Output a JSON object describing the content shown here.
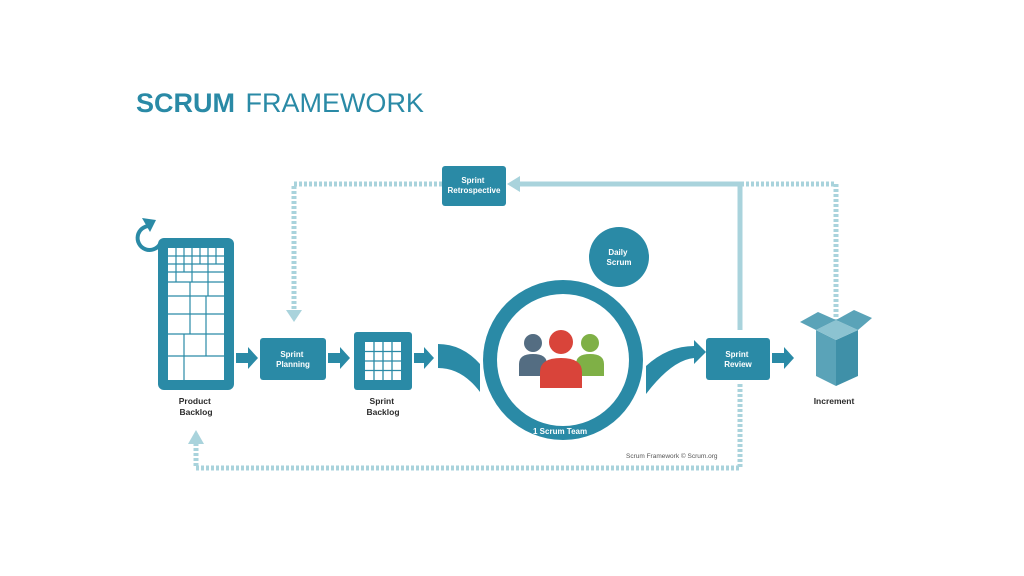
{
  "title": {
    "bold": "SCRUM",
    "light": "FRAMEWORK"
  },
  "boxes": {
    "sprint_retrospective": [
      "Sprint",
      "Retrospective"
    ],
    "sprint_planning": [
      "Sprint",
      "Planning"
    ],
    "daily_scrum": [
      "Daily",
      "Scrum"
    ],
    "sprint_review": [
      "Sprint",
      "Review"
    ]
  },
  "captions": {
    "product_backlog": [
      "Product",
      "Backlog"
    ],
    "sprint_backlog": [
      "Sprint",
      "Backlog"
    ],
    "increment": "Increment"
  },
  "team_label": "1 Scrum Team",
  "copyright": "Scrum Framework © Scrum.org",
  "colors": {
    "teal": "#2a8aa6",
    "teal_light": "#a9d3dc",
    "person_red": "#d9443a",
    "person_slate": "#546d82",
    "person_green": "#7fb046"
  },
  "icons": [
    "cycle-arrow-icon",
    "team-people-icon",
    "increment-box-icon"
  ]
}
